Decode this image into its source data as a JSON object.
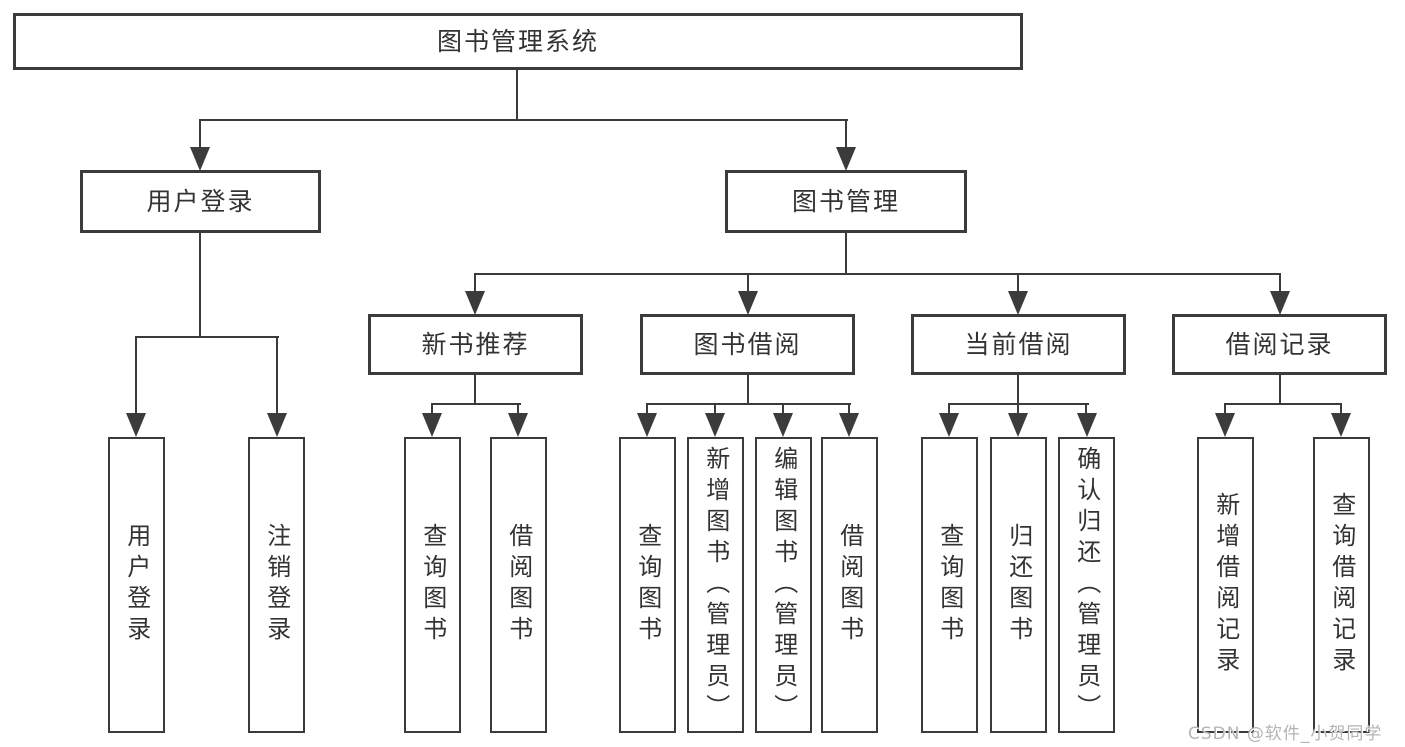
{
  "diagram": {
    "root": {
      "label": "图书管理系统"
    },
    "level2": [
      {
        "label": "用户登录"
      },
      {
        "label": "图书管理"
      }
    ],
    "level3": [
      {
        "label": "新书推荐"
      },
      {
        "label": "图书借阅"
      },
      {
        "label": "当前借阅"
      },
      {
        "label": "借阅记录"
      }
    ],
    "leaves": [
      {
        "label": "用户登录"
      },
      {
        "label": "注销登录"
      },
      {
        "label": "查询图书"
      },
      {
        "label": "借阅图书"
      },
      {
        "label": "查询图书"
      },
      {
        "label": "新增图书（管理员）"
      },
      {
        "label": "编辑图书（管理员）"
      },
      {
        "label": "借阅图书"
      },
      {
        "label": "查询图书"
      },
      {
        "label": "归还图书"
      },
      {
        "label": "确认归还（管理员）"
      },
      {
        "label": "新增借阅记录"
      },
      {
        "label": "查询借阅记录"
      }
    ],
    "watermark": "CSDN @软件_小贺同学",
    "colors": {
      "line": "#3b3b3b",
      "text": "#333333",
      "watermark": "#b5b5b5",
      "background": "#ffffff"
    }
  }
}
